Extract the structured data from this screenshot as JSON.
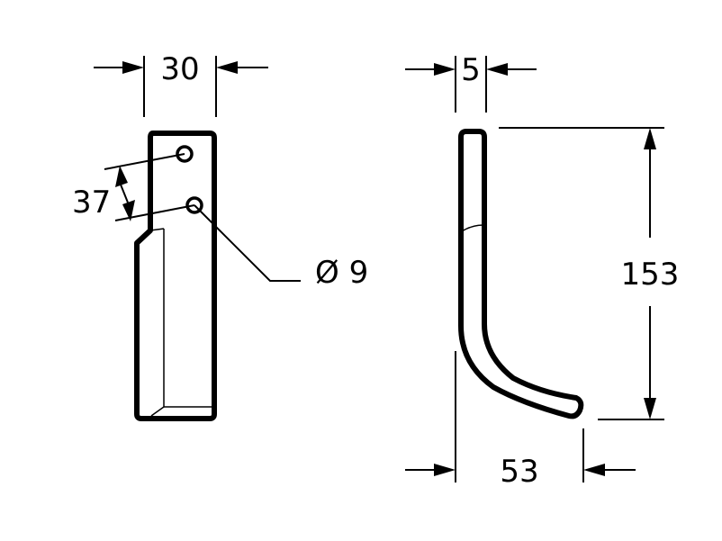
{
  "dimensions": {
    "front_width": "30",
    "hole_spacing": "37",
    "hole_diameter": "Ø 9",
    "side_thickness": "5",
    "height": "153",
    "offset": "53"
  },
  "colors": {
    "line": "#000000",
    "background": "#ffffff"
  }
}
